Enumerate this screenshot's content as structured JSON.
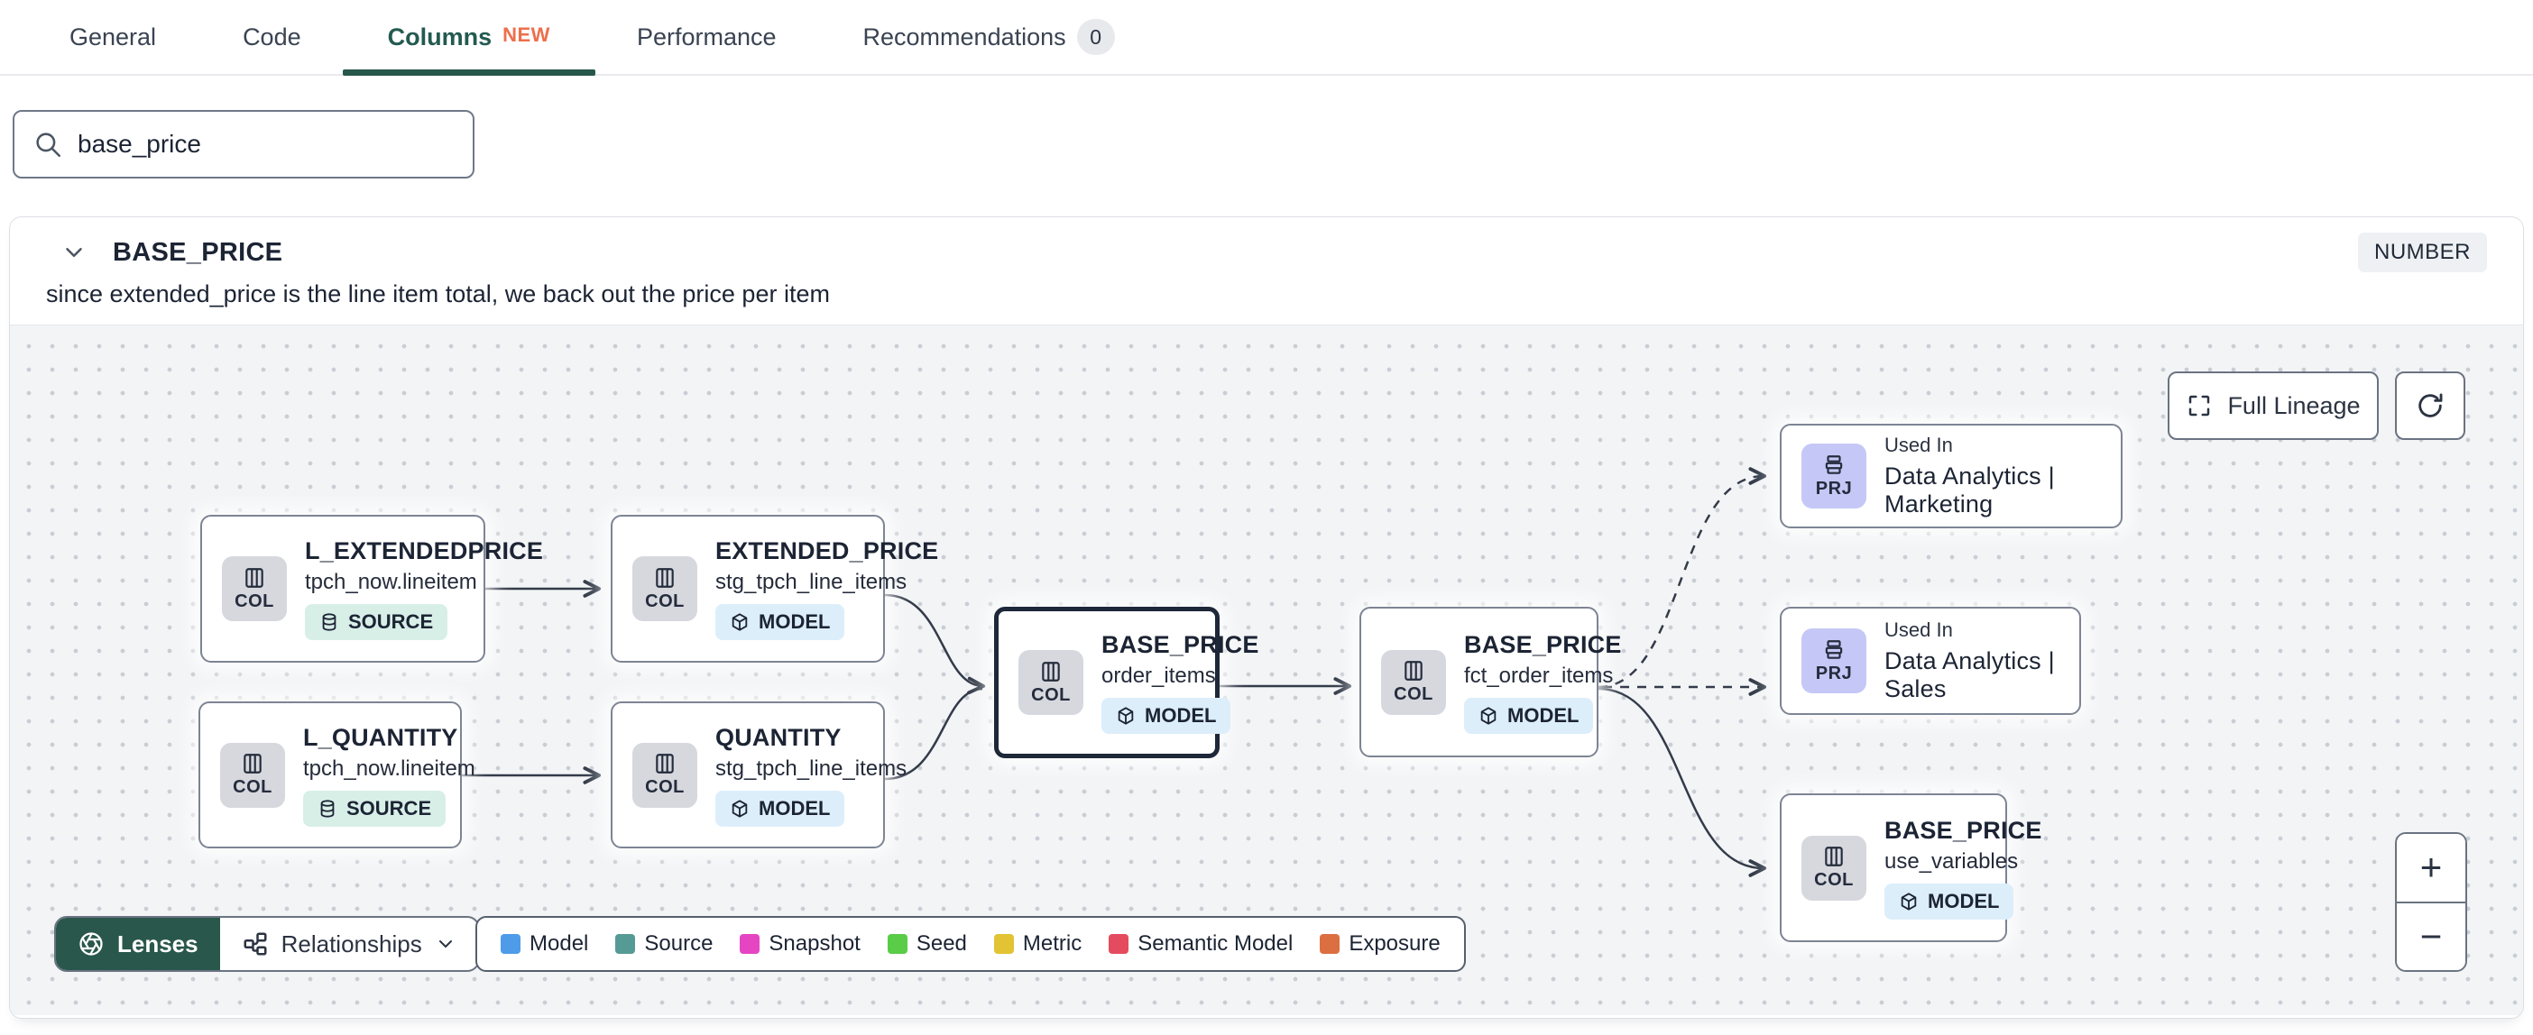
{
  "tabs": {
    "items": [
      {
        "label": "General"
      },
      {
        "label": "Code"
      },
      {
        "label": "Columns",
        "badge": "NEW",
        "active": true
      },
      {
        "label": "Performance"
      },
      {
        "label": "Recommendations",
        "count": "0"
      }
    ]
  },
  "search": {
    "value": "base_price"
  },
  "column": {
    "name": "BASE_PRICE",
    "type": "NUMBER",
    "description": "since extended_price is the line item total, we back out the price per item"
  },
  "lineage": {
    "full_lineage_label": "Full Lineage",
    "zoom_in": "+",
    "zoom_out": "−",
    "lenses_label": "Lenses",
    "relationships_label": "Relationships",
    "nodes": [
      {
        "title": "L_EXTENDEDPRICE",
        "subtitle": "tpch_now.lineitem",
        "kind": "COL",
        "resource": "SOURCE"
      },
      {
        "title": "EXTENDED_PRICE",
        "subtitle": "stg_tpch_line_items",
        "kind": "COL",
        "resource": "MODEL"
      },
      {
        "title": "L_QUANTITY",
        "subtitle": "tpch_now.lineitem",
        "kind": "COL",
        "resource": "SOURCE"
      },
      {
        "title": "QUANTITY",
        "subtitle": "stg_tpch_line_items",
        "kind": "COL",
        "resource": "MODEL"
      },
      {
        "title": "BASE_PRICE",
        "subtitle": "order_items",
        "kind": "COL",
        "resource": "MODEL",
        "selected": true
      },
      {
        "title": "BASE_PRICE",
        "subtitle": "fct_order_items",
        "kind": "COL",
        "resource": "MODEL"
      },
      {
        "kicker": "Used In",
        "title": "Data Analytics | Marketing",
        "kind": "PRJ"
      },
      {
        "kicker": "Used In",
        "title": "Data Analytics | Sales",
        "kind": "PRJ"
      },
      {
        "title": "BASE_PRICE",
        "subtitle": "use_variables",
        "kind": "COL",
        "resource": "MODEL"
      }
    ],
    "legend": [
      {
        "label": "Model",
        "color": "#4e9bea"
      },
      {
        "label": "Source",
        "color": "#569a95"
      },
      {
        "label": "Snapshot",
        "color": "#e545c3"
      },
      {
        "label": "Seed",
        "color": "#5acc48"
      },
      {
        "label": "Metric",
        "color": "#e2c334"
      },
      {
        "label": "Semantic Model",
        "color": "#e54b5e"
      },
      {
        "label": "Exposure",
        "color": "#dc6f41"
      }
    ],
    "icons": {
      "search": "magnifier",
      "chevron": "chevron-down",
      "col": "columns-grid",
      "prj": "archive-box",
      "model": "cube",
      "source": "database-cylinder",
      "full_lineage": "corner-brackets-expand",
      "refresh": "circular-arrow",
      "lenses": "aperture",
      "relationships": "node-graph"
    }
  }
}
